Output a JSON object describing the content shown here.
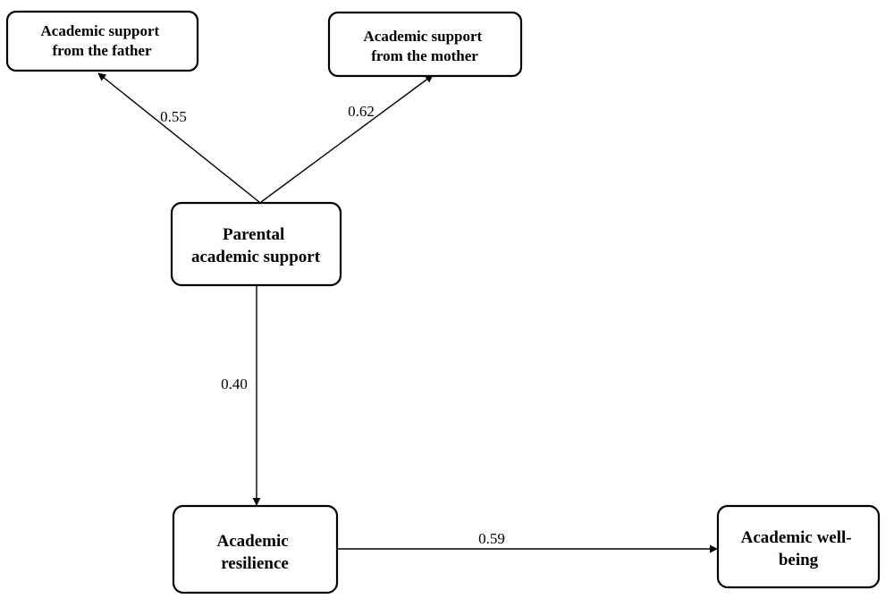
{
  "nodes": {
    "father": {
      "lines": [
        "Academic support",
        "from the father"
      ]
    },
    "mother": {
      "lines": [
        "Academic support",
        "from the mother"
      ]
    },
    "parental": {
      "lines": [
        "Parental",
        "academic support"
      ]
    },
    "resilience": {
      "lines": [
        "Academic",
        "resilience"
      ]
    },
    "wellbeing": {
      "lines": [
        "Academic well-",
        "being"
      ]
    }
  },
  "edges": {
    "parental_father": {
      "from": "Parental academic support",
      "to": "Academic support from the father",
      "coefficient": "0.55"
    },
    "parental_mother": {
      "from": "Parental academic support",
      "to": "Academic support from the mother",
      "coefficient": "0.62"
    },
    "parental_resilience": {
      "from": "Parental academic support",
      "to": "Academic resilience",
      "coefficient": "0.40"
    },
    "resilience_wellbeing": {
      "from": "Academic resilience",
      "to": "Academic well-being",
      "coefficient": "0.59"
    }
  }
}
